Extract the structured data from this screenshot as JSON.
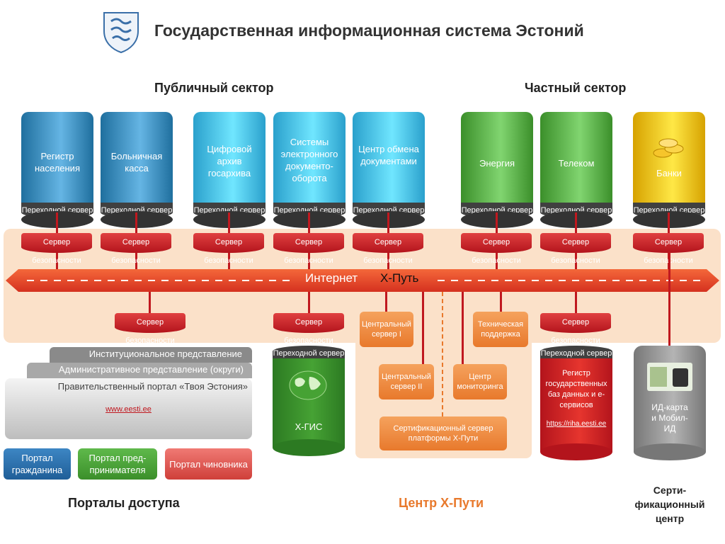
{
  "title": "Государственная информационная система Эстоний",
  "sections": {
    "public": "Публичный сектор",
    "private": "Частный сектор"
  },
  "databases": [
    {
      "id": "reg-naselenia",
      "label": "Регистр населения",
      "transit": "Переходной сервер",
      "color": "#1f6f9e"
    },
    {
      "id": "bolnichnaya-kassa",
      "label": "Больничная касса",
      "transit": "Переходной сервер",
      "color": "#1f6f9e"
    },
    {
      "id": "tsifrovoy-arhiv",
      "label": "Цифровой архив госархива",
      "transit": "Переходной сервер",
      "color": "#2aa0cc"
    },
    {
      "id": "sistemy-dokumentooborota",
      "label": "Системы электронного документо-оборота",
      "transit": "Переходной сервер",
      "color": "#2aa0cc"
    },
    {
      "id": "tsentr-obmena",
      "label": "Центр обмена документами",
      "transit": "Переходной сервер",
      "color": "#2aa0cc"
    },
    {
      "id": "energiya",
      "label": "Энергия",
      "transit": "Переходной сервер",
      "color": "#3b8f2a"
    },
    {
      "id": "telekom",
      "label": "Телеком",
      "transit": "Переходной сервер",
      "color": "#3b8f2a"
    },
    {
      "id": "banki",
      "label": "Банки",
      "transit": "Переходной сервер",
      "color": "#d6a200"
    }
  ],
  "security_server": "Сервер безопасности",
  "bus": {
    "internet": "Интернет",
    "xroad": "Х-Путь"
  },
  "xgis": {
    "transit": "Переходной сервер",
    "label": "Х-ГИС"
  },
  "central_server_1": "Центральный сервер I",
  "central_server_2": "Центральный сервер II",
  "tech_support": "Техническая поддержка",
  "monitoring": "Центр мониторинга",
  "cert_server": "Сертификационный сервер платформы Х-Пути",
  "riha": {
    "transit": "Переходной сервер",
    "label": "Регистр государственных баз данных и е-сервисов",
    "link": "https://riha.eesti.ee"
  },
  "idcard": {
    "label": "ИД-карта и Мобил-ИД"
  },
  "portals": {
    "institutional": "Институциональное представление",
    "administrative": "Административное представление (округи)",
    "gov_portal": "Правительственный портал «Твоя Эстония»",
    "gov_link": "www.eesti.ee",
    "citizen": "Портал гражданина",
    "entrepreneur": "Портал пред-принимателя",
    "official": "Портал чиновника"
  },
  "footer": {
    "access_portals": "Порталы доступа",
    "xroad_center": "Центр Х-Пути",
    "cert_center": "Серти-фикационный центр"
  },
  "colors": {
    "accent_red": "#c0181f",
    "orange": "#e8792c",
    "band": "#fbe1c9"
  }
}
